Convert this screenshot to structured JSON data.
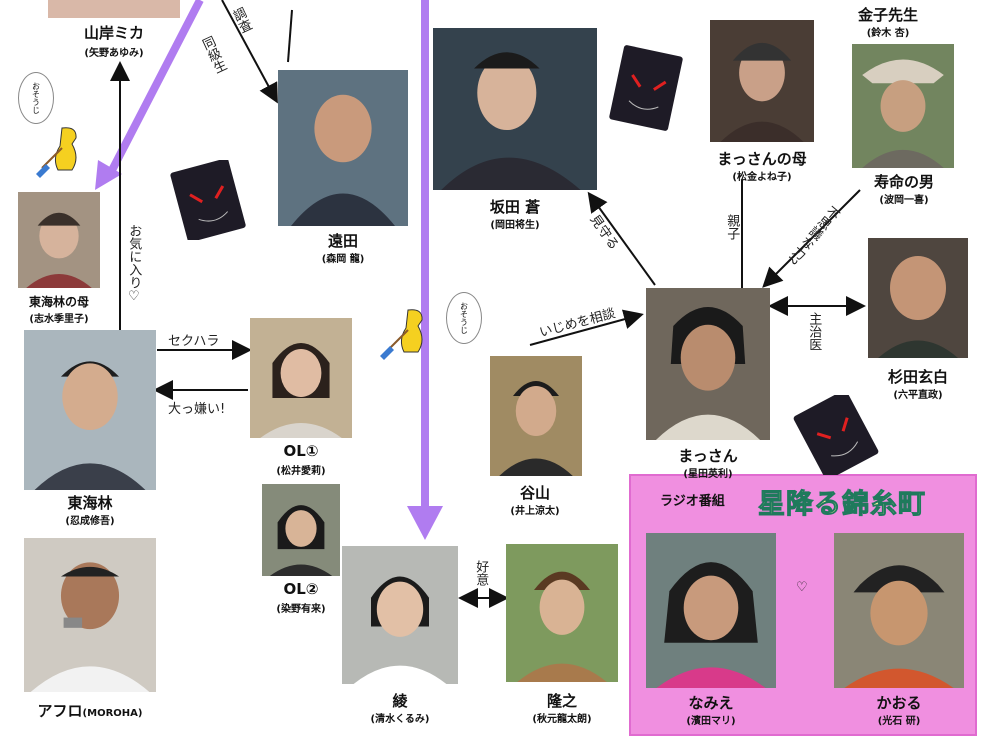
{
  "characters": {
    "yamagishi": {
      "name": "山岸ミカ",
      "actor": "(矢野あゆみ)"
    },
    "kaneko": {
      "name": "金子先生",
      "actor": "(鈴木 杏)"
    },
    "enda": {
      "name": "遠田",
      "actor": "(森岡 龍)"
    },
    "sakata": {
      "name": "坂田 蒼",
      "actor": "(岡田将生)"
    },
    "massan_mother": {
      "name": "まっさんの母",
      "actor": "(松金よね子)"
    },
    "jumyou": {
      "name": "寿命の男",
      "actor": "(波岡一喜)"
    },
    "tokairin_mother": {
      "name": "東海林の母",
      "actor": "(志水季里子)"
    },
    "sugita": {
      "name": "杉田玄白",
      "actor": "(六平直政)"
    },
    "massan": {
      "name": "まっさん",
      "actor": "(星田英利)"
    },
    "tanizaki": {
      "name": "谷山",
      "actor": "(井上涼太)"
    },
    "tokairin": {
      "name": "東海林",
      "actor": "(忍成修吾)"
    },
    "ol1": {
      "name": "OL①",
      "actor": "(松井愛莉)"
    },
    "ol2": {
      "name": "OL②",
      "actor": "(染野有来)"
    },
    "afro": {
      "name": "アフロ",
      "actor": "(MOROHA)"
    },
    "aya": {
      "name": "綾",
      "actor": "(清水くるみ)"
    },
    "takayuki": {
      "name": "隆之",
      "actor": "(秋元龍太朗)"
    },
    "namie": {
      "name": "なみえ",
      "actor": "(濱田マリ)"
    },
    "kaoru": {
      "name": "かおる",
      "actor": "(光石 研)"
    }
  },
  "relations": {
    "chousa": "調査",
    "doukyuusei": "同級生",
    "okiniiri": "お気に入り♡",
    "sekuhara": "セクハラ",
    "daikirai": "大っ嫌い!",
    "mimamoru": "見守る",
    "ijime": "いじめを相談",
    "oyako": "親子",
    "fushigi": "不思議な力?",
    "shujii": "主治医",
    "koui": "好意",
    "heart": "♡"
  },
  "radio": {
    "label": "ラジオ番組",
    "logo": "星降る錦糸町"
  },
  "bubble_text": "おそうじ",
  "colors": {
    "purple": "#b07cf0",
    "pink": "#f08fe0",
    "card": "#1e1b26",
    "eye": "#e02020"
  }
}
